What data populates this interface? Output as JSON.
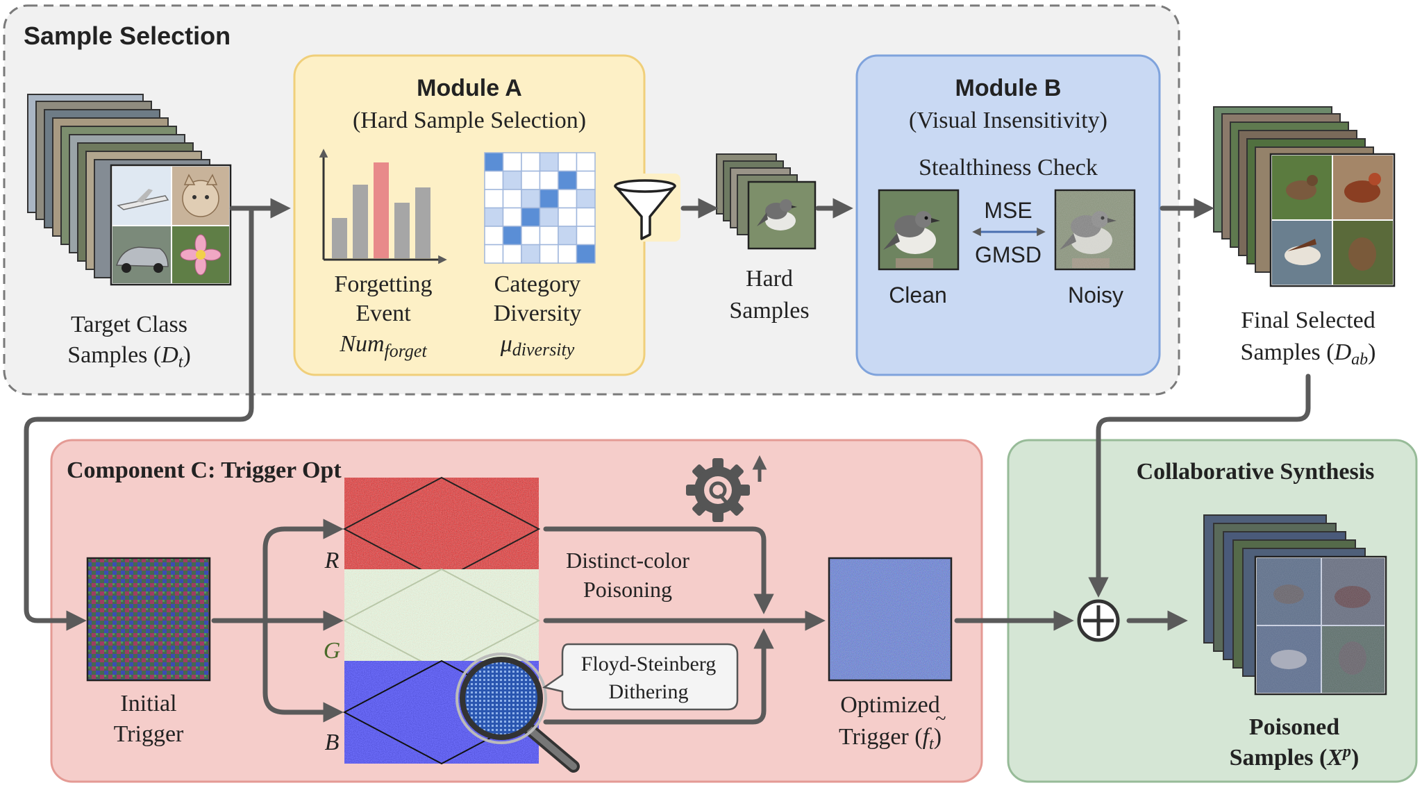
{
  "sections": {
    "sample_selection": "Sample Selection",
    "component_c": "Component C: Trigger Opt",
    "collab": "Collaborative Synthesis"
  },
  "module_a": {
    "title": "Module A",
    "subtitle": "(Hard Sample Selection)",
    "forgetting": [
      "Forgetting",
      "Event"
    ],
    "num_forget": "Num",
    "num_forget_sub": "forget",
    "category": [
      "Category",
      "Diversity"
    ],
    "mu": "μ",
    "mu_sub": "diversity"
  },
  "module_b": {
    "title": "Module B",
    "subtitle": "(Visual Insensitivity)",
    "check": "Stealthiness Check",
    "mse": "MSE",
    "gmsd": "GMSD",
    "clean": "Clean",
    "noisy": "Noisy"
  },
  "labels": {
    "target": [
      "Target Class",
      "Samples ("
    ],
    "target_sym": "D",
    "target_sub": "t",
    "hard": [
      "Hard",
      "Samples"
    ],
    "final": [
      "Final Selected",
      "Samples ("
    ],
    "final_sym": "D",
    "final_sub": "ab",
    "initial": [
      "Initial",
      "Trigger"
    ],
    "optimized": [
      "Optimized",
      "Trigger ("
    ],
    "opt_sym": "f",
    "opt_sub": "t",
    "poisoned": [
      "Poisoned",
      "Samples ("
    ],
    "poisoned_sym": "X",
    "poisoned_sup": "p"
  },
  "channels": {
    "r": "R",
    "g": "G",
    "b": "B"
  },
  "notes": {
    "distinct": [
      "Distinct-color",
      "Poisoning"
    ],
    "dither": [
      "Floyd-Steinberg",
      "Dithering"
    ]
  },
  "colors": {
    "yellow_fill": "#fdf0c6",
    "yellow_stroke": "#f0cf7a",
    "blue_fill": "#c9d9f3",
    "blue_stroke": "#7fa3dc",
    "red_fill": "#f5cdca",
    "red_stroke": "#e49a94",
    "green_fill": "#d5e6d5",
    "green_stroke": "#97bb98",
    "arrow": "#5a5a5a"
  }
}
